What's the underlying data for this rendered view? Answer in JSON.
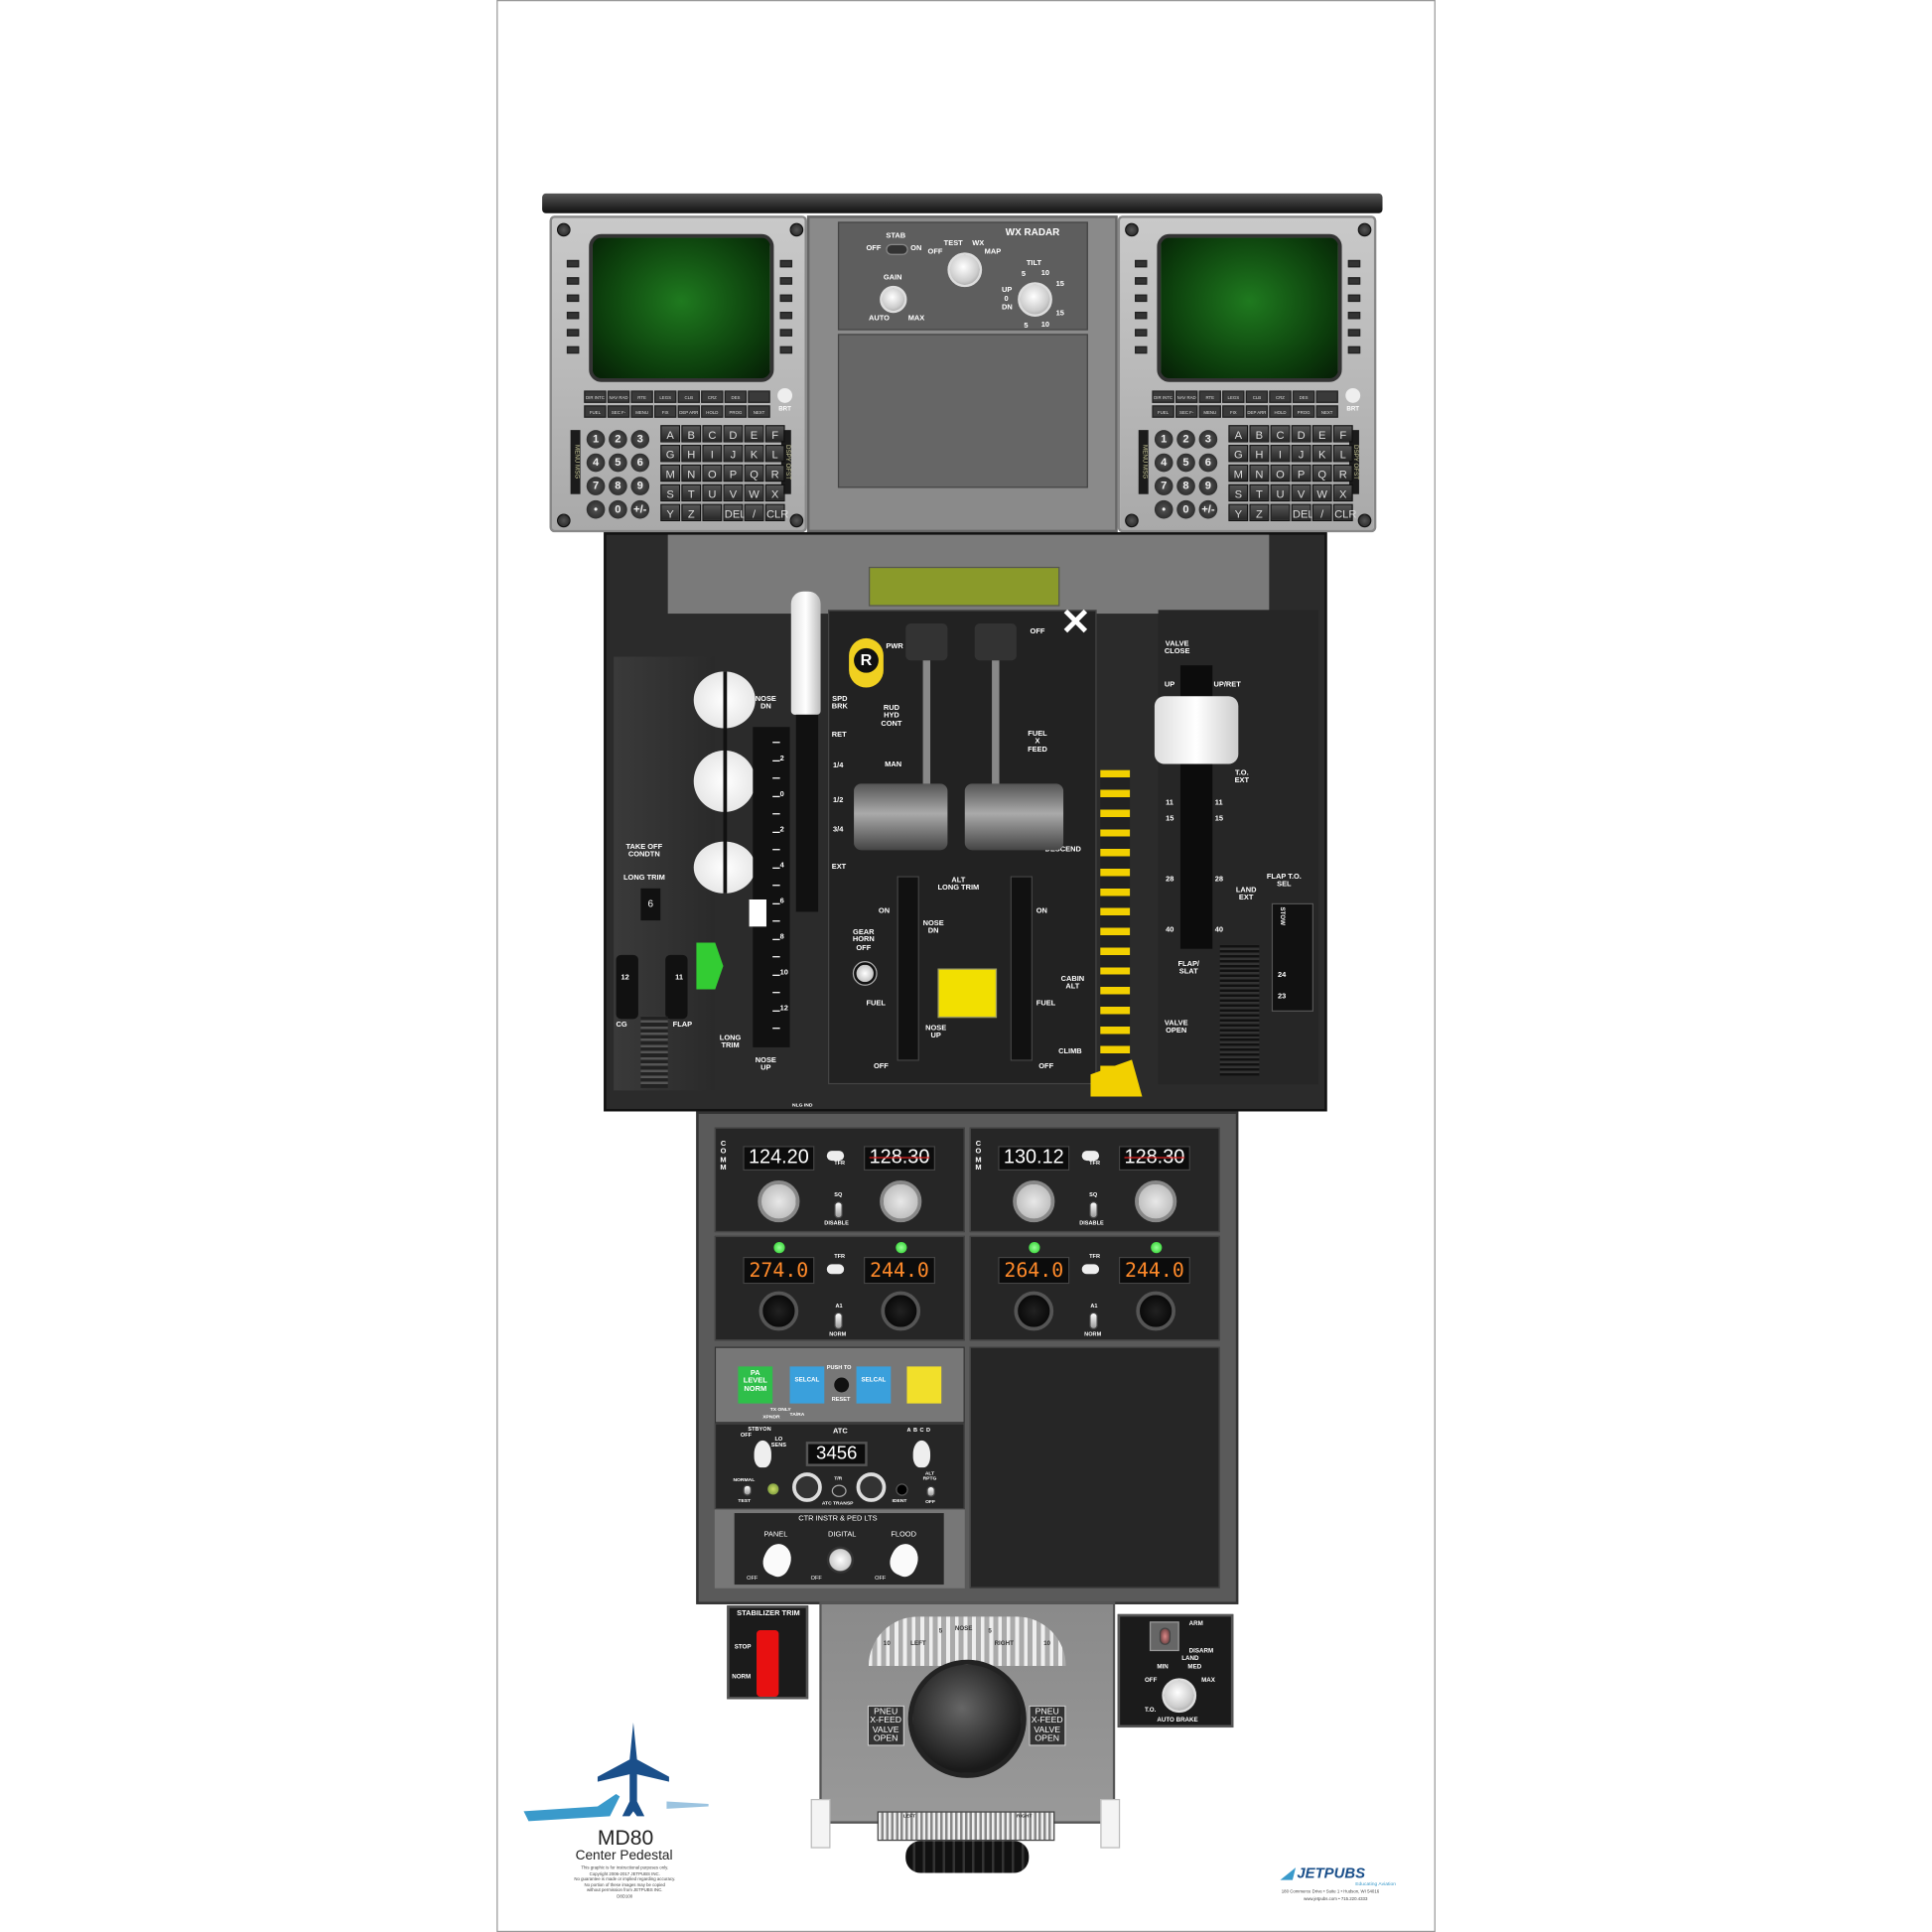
{
  "cdu": {
    "function_keys_row1": [
      "DIR INTC",
      "NAV RAD",
      "RTE",
      "LEGS",
      "CLB",
      "CRZ",
      "DES",
      ""
    ],
    "function_keys_row2": [
      "FUEL PRED",
      "SEC F-PLN",
      "MENU",
      "FIX",
      "DEP ARR",
      "HOLD",
      "PROG",
      "NEXT PAGE"
    ],
    "numeric_keys": [
      "1",
      "2",
      "3",
      "4",
      "5",
      "6",
      "7",
      "8",
      "9",
      "•",
      "0",
      "+/-"
    ],
    "alpha_keys": [
      "A",
      "B",
      "C",
      "D",
      "E",
      "F",
      "G",
      "H",
      "I",
      "J",
      "K",
      "L",
      "M",
      "N",
      "O",
      "P",
      "Q",
      "R",
      "S",
      "T",
      "U",
      "V",
      "W",
      "X",
      "Y",
      "Z",
      "",
      "DEL",
      "/",
      "CLR"
    ],
    "left_annunciators": "MENU   MSG",
    "right_annunciators": "DSPY   OFST",
    "brt_label": "BRT"
  },
  "wx_radar": {
    "title": "WX RADAR",
    "stab": "STAB",
    "stab_off": "OFF",
    "stab_on": "ON",
    "mode_labels": [
      "OFF",
      "TEST",
      "WX",
      "MAP"
    ],
    "gain": "GAIN",
    "gain_auto": "AUTO",
    "gain_max": "MAX",
    "tilt": "TILT",
    "tilt_up": "UP",
    "tilt_zero": "0",
    "tilt_dn": "DN",
    "tilt_ticks": [
      "5",
      "10",
      "15",
      "15",
      "10",
      "5"
    ]
  },
  "trim": {
    "takeoff_condtn": "TAKE OFF\nCONDTN",
    "long_trim": "LONG TRIM",
    "long_trim_value": "6",
    "cg_value": "12",
    "flap_value": "11",
    "cg": "CG",
    "flap": "FLAP",
    "long_trim2": "LONG\nTRIM",
    "nose_dn": "NOSE\nDN",
    "nose_up": "NOSE\nUP",
    "scale": [
      "",
      "2",
      "",
      "0",
      "",
      "2",
      "",
      "4",
      "",
      "6",
      "",
      "8",
      "",
      "10",
      "",
      "12",
      ""
    ],
    "nlg_ind": "NLG IND"
  },
  "spoiler": {
    "spd_brk": "SPD\nBRK",
    "positions": [
      "RET",
      "1/4",
      "1/2",
      "3/4",
      "EXT"
    ]
  },
  "throttle": {
    "reverse": "R",
    "pwr": "PWR",
    "off": "OFF",
    "rud_hyd": "RUD\nHYD\nCONT",
    "man": "MAN",
    "fuel_x_feed": "FUEL\nX\nFEED",
    "descend": "DESCEND",
    "alt_long_trim": "ALT\nLONG TRIM",
    "on_left": "ON",
    "on_right": "ON",
    "nose_dn": "NOSE\nDN",
    "nose_up": "NOSE\nUP",
    "gear_horn_off": "GEAR\nHORN\nOFF",
    "fuel_left": "FUEL",
    "fuel_right": "FUEL",
    "cabin_alt": "CABIN\nALT",
    "climb": "CLIMB",
    "off_left": "OFF",
    "off_right": "OFF"
  },
  "flap": {
    "valve_close": "VALVE\nCLOSE",
    "up": "UP",
    "up_ret": "UP/RET",
    "to_ext": "T.O.\nEXT",
    "left_marks": [
      "11",
      "15",
      "28",
      "40"
    ],
    "right_marks": [
      "11",
      "15",
      "28",
      "40"
    ],
    "land_ext": "LAND\nEXT",
    "flap_slat": "FLAP/\nSLAT",
    "valve_open": "VALVE\nOPEN",
    "flap_to_sel": "FLAP T.O.\nSEL",
    "stow": "STOW",
    "sel_marks": [
      "24",
      "23"
    ]
  },
  "radios": [
    {
      "label": "COMM",
      "active": "124.20",
      "standby": "128.30",
      "tfr": "TFR",
      "sq": "SQ",
      "disable": "DISABLE",
      "nav_active": "274.0",
      "nav_standby": "244.0",
      "a1": "A1",
      "norm": "NORM"
    },
    {
      "label": "COMM",
      "active": "130.12",
      "standby": "128.30",
      "tfr": "TFR",
      "sq": "SQ",
      "disable": "DISABLE",
      "nav_active": "264.0",
      "nav_standby": "244.0",
      "a1": "A1",
      "norm": "NORM"
    }
  ],
  "pa_panel": {
    "pa_level": "PA\nLEVEL\nNORM",
    "selcal1": "SELCAL",
    "push_to": "PUSH TO",
    "reset": "RESET",
    "selcal2": "SELCAL",
    "tx_only": "TX ONLY",
    "xpndr": "XPNDR",
    "ta_ra": "TA/RA",
    "colors": {
      "pa": "#2fbf4a",
      "selcal": "#3aa0dc",
      "amber": "#f2e02a"
    }
  },
  "atc": {
    "title": "ATC",
    "code": "3456",
    "mode_labels": [
      "OFF",
      "STBY",
      "ON",
      "LO SENS"
    ],
    "abcd": [
      "A",
      "B",
      "C",
      "D"
    ],
    "normal": "NORMAL",
    "test": "TEST",
    "tr": "T/R",
    "atc_transp": "ATC TRANSP",
    "ident": "IDENT",
    "alt_rptg": "ALT\nRPTG",
    "off": "OFF"
  },
  "lights": {
    "title": "CTR INSTR & PED LTS",
    "panel": "PANEL",
    "digital": "DIGITAL",
    "flood": "FLOOD",
    "off": "OFF"
  },
  "stab_trim": {
    "title": "STABILIZER TRIM",
    "stop": "STOP",
    "norm": "NORM"
  },
  "rudder_trim": {
    "nose": "NOSE",
    "left": "LEFT",
    "right": "RIGHT",
    "ticks": [
      "10",
      "5",
      "5",
      "10"
    ],
    "pneu_left": "PNEU\nX-FEED\nVALVE\nOPEN",
    "pneu_right": "PNEU\nX-FEED\nVALVE\nOPEN",
    "aileron_left": "LEFT",
    "aileron_right": "RIGHT"
  },
  "autobrake": {
    "arm": "ARM",
    "disarm": "DISARM",
    "land": "LAND",
    "min": "MIN",
    "med": "MED",
    "max": "MAX",
    "off": "OFF",
    "to": "T.O.",
    "title": "AUTO BRAKE"
  },
  "branding": {
    "model": "MD80",
    "subtitle": "Center Pedestal",
    "fineprint": "This graphic is for instructional purposes only.\nCopyright 2006-2017 JETPUBS INC.\nNo guarantee is made or implied regarding accuracy.\nNo portion of these images may be copied\nwithout permission from JETPUBS INC.\nD8D100",
    "brand": "JETPUBS",
    "tagline": "Educating Aviation",
    "address": "180 Commerce Drive • Suite 1 • Hudson, WI 54016",
    "web": "www.jetpubs.com • 715.220.4333",
    "brand_color": "#1a4f8a"
  }
}
